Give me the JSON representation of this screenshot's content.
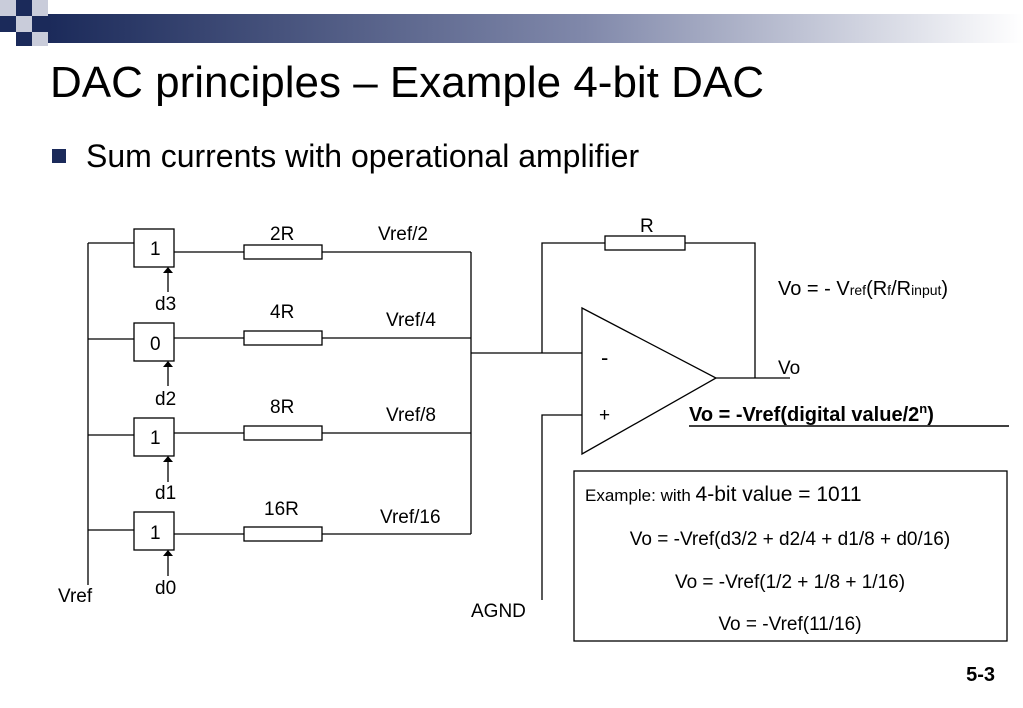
{
  "slide": {
    "title": "DAC principles – Example 4-bit DAC",
    "bullet": "Sum currents with operational amplifier",
    "page_number": "5-3"
  },
  "colors": {
    "bullet": "#1b2a5a",
    "banner_dark": "#1b2a5a",
    "banner_light": "#c9ccda"
  },
  "circuit": {
    "bits": [
      {
        "value": "1",
        "label": "d3",
        "resistor": "2R",
        "current": "Vref/2"
      },
      {
        "value": "0",
        "label": "d2",
        "resistor": "4R",
        "current": "Vref/4"
      },
      {
        "value": "1",
        "label": "d1",
        "resistor": "8R",
        "current": "Vref/8"
      },
      {
        "value": "1",
        "label": "d0",
        "resistor": "16R",
        "current": "Vref/16"
      }
    ],
    "vref_label": "Vref",
    "feedback_resistor": "R",
    "minus_sign": "-",
    "plus_sign": "+",
    "agnd_label": "AGND",
    "output_label": "Vo",
    "formula_general": {
      "p1": "Vo = - V",
      "p2": "ref",
      "p3": "(R",
      "p4": "f",
      "p5": "/R",
      "p6": "input",
      "p7": ")"
    },
    "formula_digital": {
      "main": "Vo = -Vref(digital value/2",
      "sup": "n",
      "end": ")"
    }
  },
  "example_box": {
    "intro_small": "Example: with ",
    "intro_large": "4-bit value = 1011",
    "line2": "Vo = -Vref(d3/2 + d2/4 + d1/8 + d0/16)",
    "line3": "Vo = -Vref(1/2 + 1/8 + 1/16)",
    "line4": "Vo = -Vref(11/16)"
  }
}
